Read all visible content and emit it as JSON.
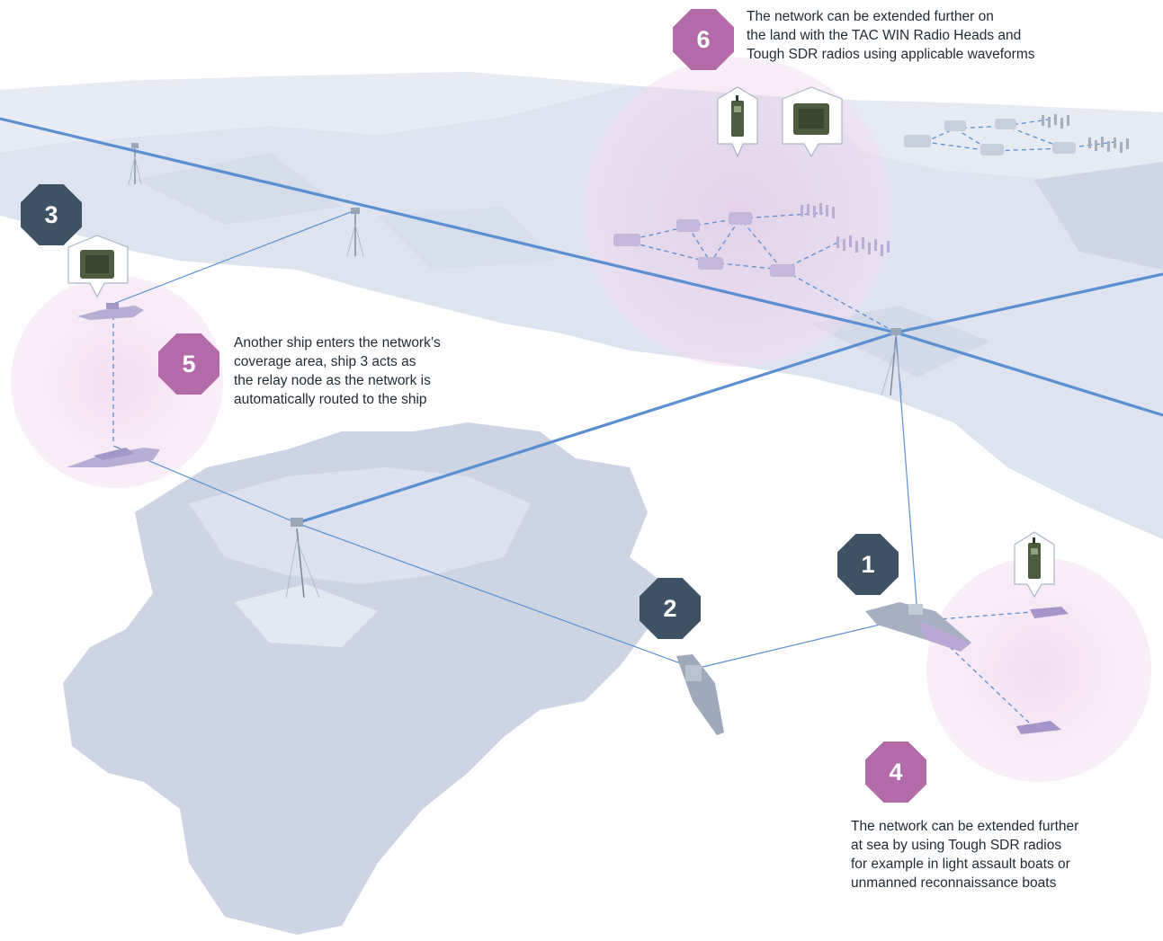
{
  "badges": {
    "b1": "1",
    "b2": "2",
    "b3": "3",
    "b4": "4",
    "b5": "5",
    "b6": "6"
  },
  "captions": {
    "c6": [
      "The network can be extended further on",
      "the land with the TAC WIN Radio Heads and",
      "Tough SDR radios using applicable waveforms"
    ],
    "c5": [
      "Another ship enters the network’s",
      "coverage area, ship 3 acts as",
      "the relay node as the network is",
      "automatically routed to the ship"
    ],
    "c4": [
      "The network can be extended further",
      "at sea by using Tough SDR radios",
      "for example in light assault boats or",
      "unmanned reconnaissance boats"
    ]
  },
  "colors": {
    "badge_dark": "#3e5266",
    "badge_purple": "#b36aa9",
    "network_line": "#5b8fcf",
    "coverage_area": "#e9c4e6",
    "land": "#dde3ef"
  },
  "icons": [
    "tough-sdr-radio-icon",
    "tac-win-radio-head-icon"
  ]
}
